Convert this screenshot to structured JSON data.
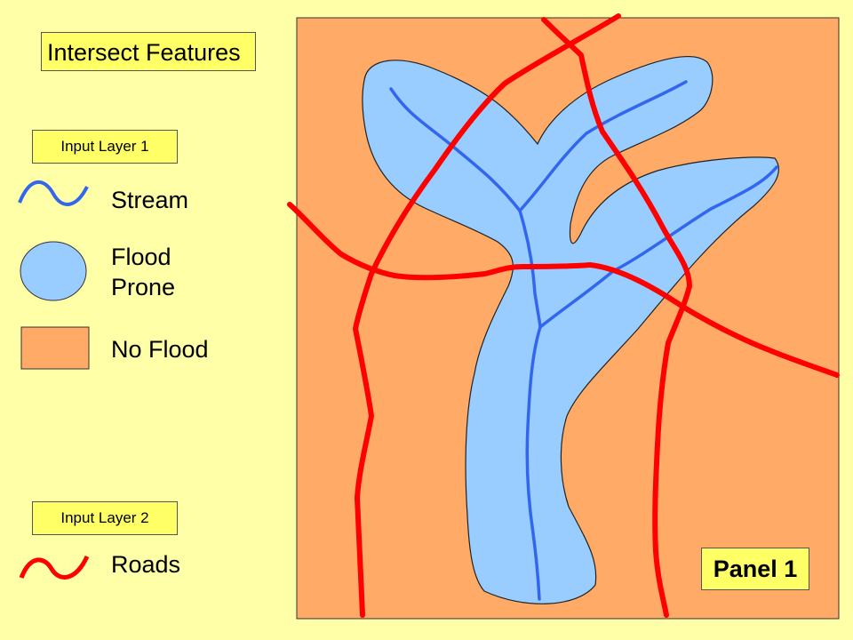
{
  "title": "Intersect Features",
  "input_layer_1": {
    "label": "Input Layer 1",
    "items": [
      {
        "icon": "stream-line-icon",
        "label": "Stream"
      },
      {
        "icon": "flood-prone-ellipse-icon",
        "label": "Flood Prone"
      },
      {
        "icon": "no-flood-square-icon",
        "label": "No Flood"
      }
    ]
  },
  "input_layer_2": {
    "label": "Input Layer 2",
    "items": [
      {
        "icon": "roads-line-icon",
        "label": "Roads"
      }
    ]
  },
  "panel_label": "Panel 1",
  "colors": {
    "background": "#ffffa8",
    "label_box": "#ffff66",
    "no_flood": "#ffaa66",
    "flood_prone": "#99ccff",
    "stream": "#3366ee",
    "roads": "#ff0000"
  }
}
